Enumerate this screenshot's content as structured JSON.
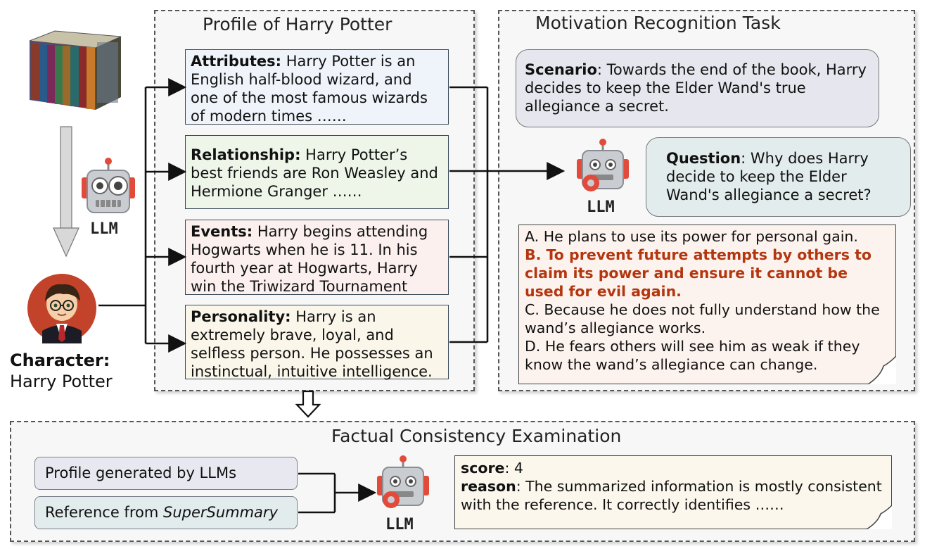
{
  "left": {
    "llm_label": "LLM",
    "character_label": "Character:",
    "character_name": "Harry Potter"
  },
  "profile": {
    "title": "Profile of Harry Potter",
    "attributes": {
      "label": "Attributes:",
      "text": " Harry Potter is an English half-blood wizard, and one of the most famous wizards of modern times ……",
      "color": "#eef4fa"
    },
    "relationship": {
      "label": "Relationship:",
      "text": " Harry Potter’s best friends are Ron Weasley and Hermione Granger ……",
      "color": "#eef6ea"
    },
    "events": {
      "label": "Events:",
      "text": " Harry begins attending Hogwarts when he is 11. In his fourth year at Hogwarts, Harry win the Triwizard Tournament",
      "color": "#fbf0ee"
    },
    "personality": {
      "label": "Personality:",
      "text": " Harry is an extremely brave, loyal, and selfless person. He possesses an instinctual, intuitive intelligence.",
      "color": "#faf6ea"
    }
  },
  "motivation": {
    "title": "Motivation Recognition Task",
    "scenario_label": "Scenario",
    "scenario_text": ": Towards the end of the book, Harry decides to keep the Elder Wand's true allegiance a secret.",
    "question_label": "Question",
    "question_text": ": Why does Harry decide to keep the Elder Wand's allegiance a secret?",
    "llm_label": "LLM",
    "option_a": "A. He plans to use its power for personal gain.",
    "option_b": "B. To prevent future attempts by others to claim its power and ensure it cannot be used for evil again.",
    "option_c": "C. Because he does not fully understand how the wand’s allegiance works.",
    "option_d": "D. He fears others will see him as weak if they know the wand’s allegiance can change."
  },
  "factual": {
    "title": "Factual Consistency Examination",
    "profile_pill": "Profile generated by LLMs",
    "reference_prefix": "Reference from ",
    "reference_source": "SuperSummary",
    "llm_label": "LLM",
    "score_label": "score",
    "score_value": ": 4",
    "reason_label": "reason",
    "reason_text": ": The summarized information is mostly consistent with the reference. It correctly identifies ……"
  },
  "colors": {
    "scenario_bubble": "#e6e6ee",
    "question_bubble": "#e3ecec",
    "options_box": "#fdf3ee",
    "result_box": "#fbf7ec",
    "robot_body": "#c9ccd0",
    "robot_accent": "#e24a3a",
    "answer_red": "#b3360f"
  }
}
